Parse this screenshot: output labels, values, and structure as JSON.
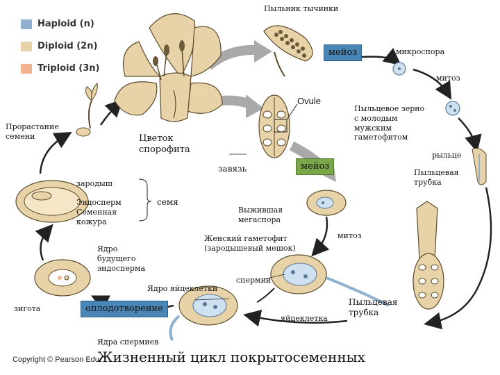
{
  "legend": [
    {
      "text": "Haploid (n)",
      "color": "#8fb0cf"
    },
    {
      "text": "Diploid (2n)",
      "color": "#e8d3a8"
    },
    {
      "text": "Triploid (3n)",
      "color": "#f2b28f"
    }
  ],
  "labels": {
    "anther": "Пыльник тычинки",
    "microspore": "микроспора",
    "mitosis_top": "митоз",
    "pollen_grain": "Пыльцевое зерно\nс молодым\nмужским\nгаметофитом",
    "ovule": "Ovule",
    "stigma": "рыльце",
    "pollen_tube_top": "Пыльцевая\nтрубка",
    "flower": "Цветок\nспорофита",
    "ovary": "завязь",
    "germination": "Прорастание\nсемени",
    "embryo": "зародыш",
    "endosperm_coat": "Эндосперм\nСеменная\nкожура",
    "seed": "семя",
    "megaspore": "Выжившая\nмегаспора",
    "mitosis_mid": "митоз",
    "female_gametophyte": "Женский гаметофит\n(зародышевый мешок)",
    "endosperm_nucleus": "Ядро\nбудущего\nэндосперма",
    "sperms": "спермии",
    "egg_nucleus": "Ядро яйцеклетки",
    "zygote": "зигота",
    "egg": "яйцеклетка",
    "pollen_tube_bottom": "Пыльцевая\nтрубка",
    "sperm_nuclei": "Ядра спермиев"
  },
  "boxes": {
    "meiosis_top": "мейоз",
    "meiosis_mid": "мейоз",
    "fertilization": "оплодотворение"
  },
  "title": "Жизненный цикл покрытосеменных",
  "copyright": "Copyright © Pearson Edu",
  "colors": {
    "haploid": "#8fb0cf",
    "diploid": "#e8d3a8",
    "box_blue": "#4a86b5",
    "box_green": "#7aa64a",
    "arrow": "#222222",
    "gray_arrow": "#a9a9a9"
  }
}
